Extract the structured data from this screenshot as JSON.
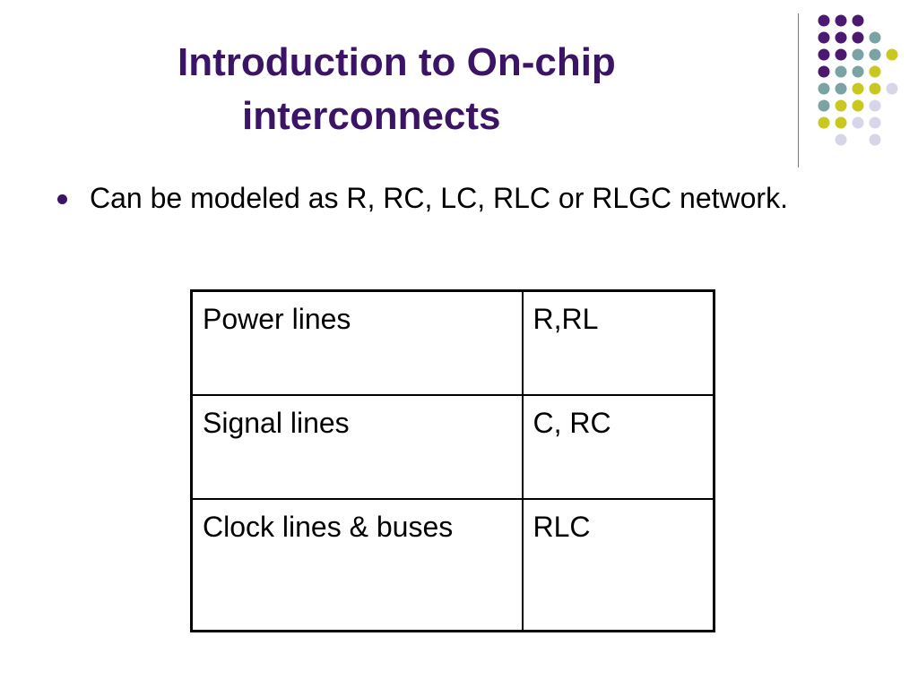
{
  "slide": {
    "title_line1": "Introduction to On-chip",
    "title_line2": "interconnects",
    "bullets": [
      "Can be modeled as R, RC, LC, RLC or RLGC network."
    ],
    "table": {
      "rows": [
        [
          "Power lines",
          "R,RL"
        ],
        [
          "Signal lines",
          "C, RC"
        ],
        [
          "Clock lines & buses",
          "RLC"
        ]
      ]
    },
    "colors": {
      "title": "#3b1466",
      "dot_purple": "#4b1a70",
      "dot_teal": "#7ba3a4",
      "dot_yellow": "#c8c820",
      "dot_lavender": "#d6d6e8"
    },
    "decoration_icon": "dot-grid-icon"
  }
}
